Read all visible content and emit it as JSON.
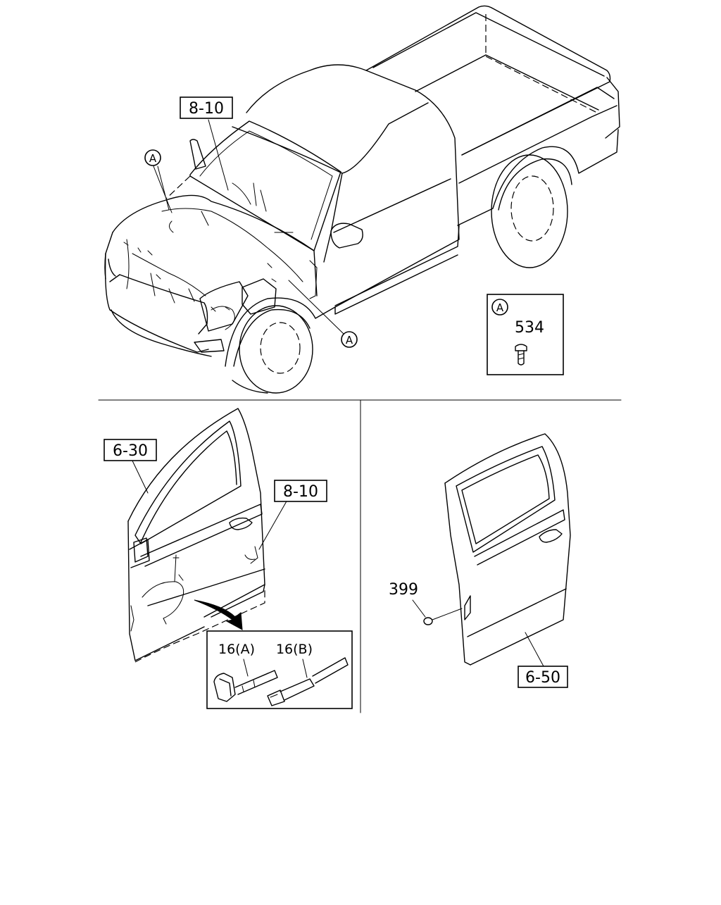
{
  "callouts": {
    "vehicle_ref": "8-10",
    "clip_a_top": "A",
    "clip_a_bottom": "A",
    "detail_a_letter": "A",
    "detail_a_part": "534",
    "front_door_ref": "6-30",
    "front_door_harness_ref": "8-10",
    "clip_16a": "16(A)",
    "clip_16b": "16(B)",
    "rear_door_part": "399",
    "rear_door_ref": "6-50"
  }
}
